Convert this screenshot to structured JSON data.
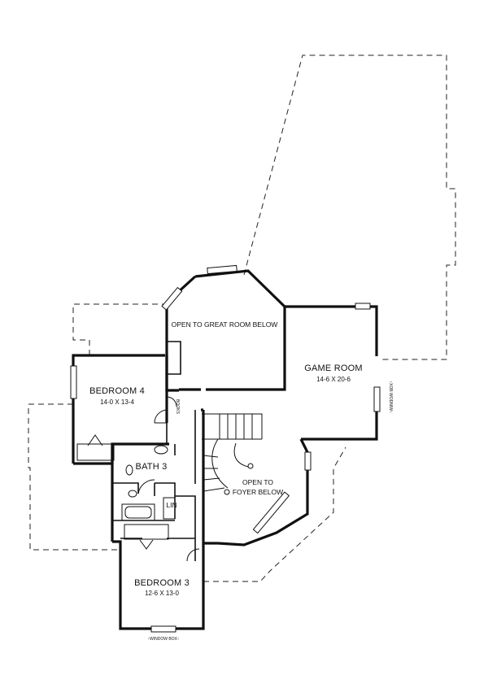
{
  "rooms": {
    "great_room_open": {
      "label": "OPEN TO GREAT ROOM BELOW"
    },
    "game_room": {
      "name": "GAME ROOM",
      "dims": "14-6 X 20-6"
    },
    "bedroom4": {
      "name": "BEDROOM 4",
      "dims": "14-0 X 13-4"
    },
    "bath3": {
      "name": "BATH 3"
    },
    "linen": {
      "name": "LIN"
    },
    "foyer_open": {
      "line1": "OPEN TO",
      "line2": "FOYER BELOW"
    },
    "bedroom3": {
      "name": "BEDROOM 3",
      "dims": "12-6 X 13-0"
    }
  },
  "notes": {
    "window_box_bottom": "↑WINDOW BOX↑",
    "window_box_right": "↑XOB WODNIW↑",
    "bookshelf": "BOOKS"
  }
}
